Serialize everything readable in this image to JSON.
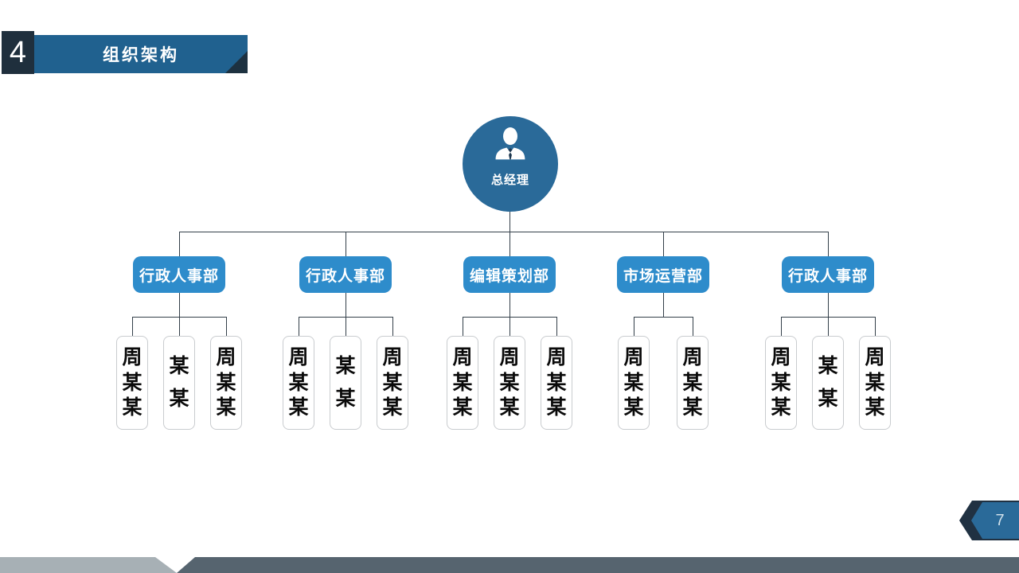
{
  "header": {
    "section_number": "4",
    "section_title": "组织架构"
  },
  "org_chart": {
    "root_label": "总经理",
    "root_icon": "person-icon",
    "departments": [
      {
        "label": "行政人事部",
        "members": [
          "周某某",
          "某某",
          "周某某"
        ]
      },
      {
        "label": "行政人事部",
        "members": [
          "周某某",
          "某某",
          "周某某"
        ]
      },
      {
        "label": "编辑策划部",
        "members": [
          "周某某",
          "周某某",
          "周某某"
        ]
      },
      {
        "label": "市场运营部",
        "members": [
          "周某某",
          "周某某"
        ]
      },
      {
        "label": "行政人事部",
        "members": [
          "周某某",
          "某某",
          "周某某"
        ]
      }
    ]
  },
  "footer": {
    "page_number": "7"
  },
  "colors": {
    "header_square": "#1f2f3d",
    "banner_blue": "#20618f",
    "banner_fold": "#1d3140",
    "circle_blue": "#2a6a99",
    "dept_blue": "#2e8ccb",
    "connector": "#333f49",
    "footer_light": "#a7b0b5",
    "footer_dark": "#56646f",
    "chevron_dark": "#203142",
    "page_num": "#cfe0ea",
    "member_border": "#c9cccf"
  }
}
